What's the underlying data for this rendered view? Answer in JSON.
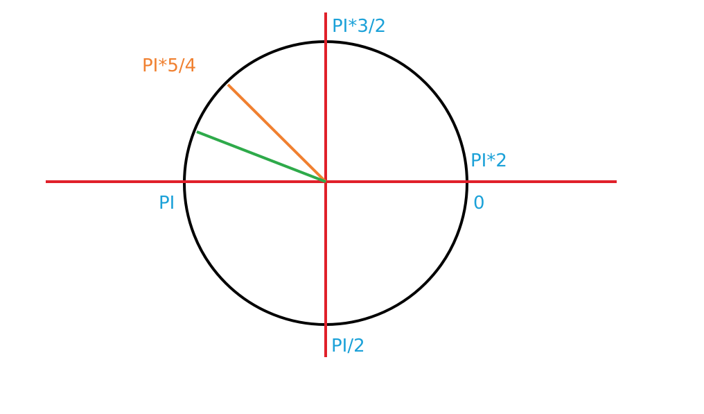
{
  "labels": {
    "top": "PI*3/2",
    "right_upper": "PI*2",
    "right_lower": "0",
    "left": "PI",
    "bottom": "PI/2",
    "orange_line": "PI*5/4"
  },
  "colors": {
    "axes": "#e0202a",
    "circle": "#000000",
    "label": "#1ba1d8",
    "orange_line": "#f08030",
    "green_line": "#2eaa4a",
    "background": "#ffffff"
  }
}
